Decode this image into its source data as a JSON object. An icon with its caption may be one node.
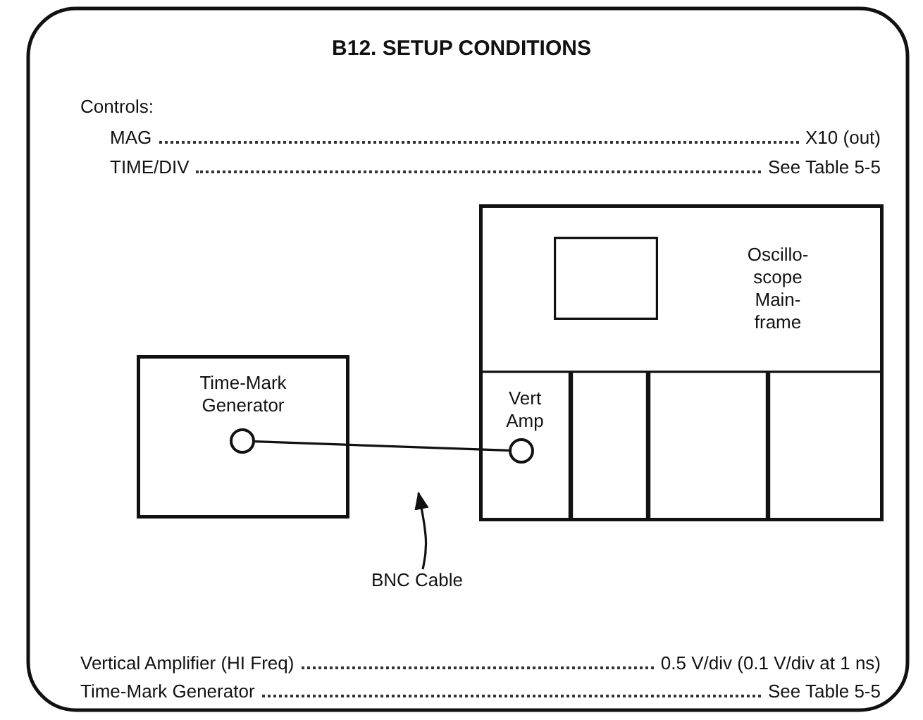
{
  "diagram": {
    "title": "B12. SETUP CONDITIONS",
    "nodes": [
      {
        "text": [
          "Time-Mark Generator"
        ]
      },
      {
        "text": [],
        "shape": "circle",
        "in": 0
      },
      {
        "text": [
          "Oscillo- scope Main- frame"
        ]
      },
      {
        "text": [],
        "shape": "box",
        "in": 2
      },
      {
        "text": [
          "Vert Amp"
        ],
        "in": 2
      },
      {
        "text": [],
        "shape": "circle",
        "in": 4
      },
      {
        "text": [],
        "shape": "box",
        "in": 2
      },
      {
        "text": [],
        "shape": "box",
        "in": 2
      },
      {
        "text": [],
        "shape": "box",
        "in": 2
      },
      {
        "text": [
          "BNC Cable"
        ]
      }
    ],
    "edges": [
      {
        "from": 1,
        "to": 5,
        "arrow": "none"
      },
      {
        "from": 9,
        "to": null,
        "arrow": "to"
      }
    ],
    "labels": [
      "Controls:",
      "MAG",
      "X10 (out)",
      "TIME/DIV",
      "See Table 5-5",
      "Vertical Amplifier (HI Freq)",
      "0.5 V/div (0.1 V/div at 1 ns)",
      "Time-Mark Generator",
      "See Table 5-5"
    ]
  }
}
